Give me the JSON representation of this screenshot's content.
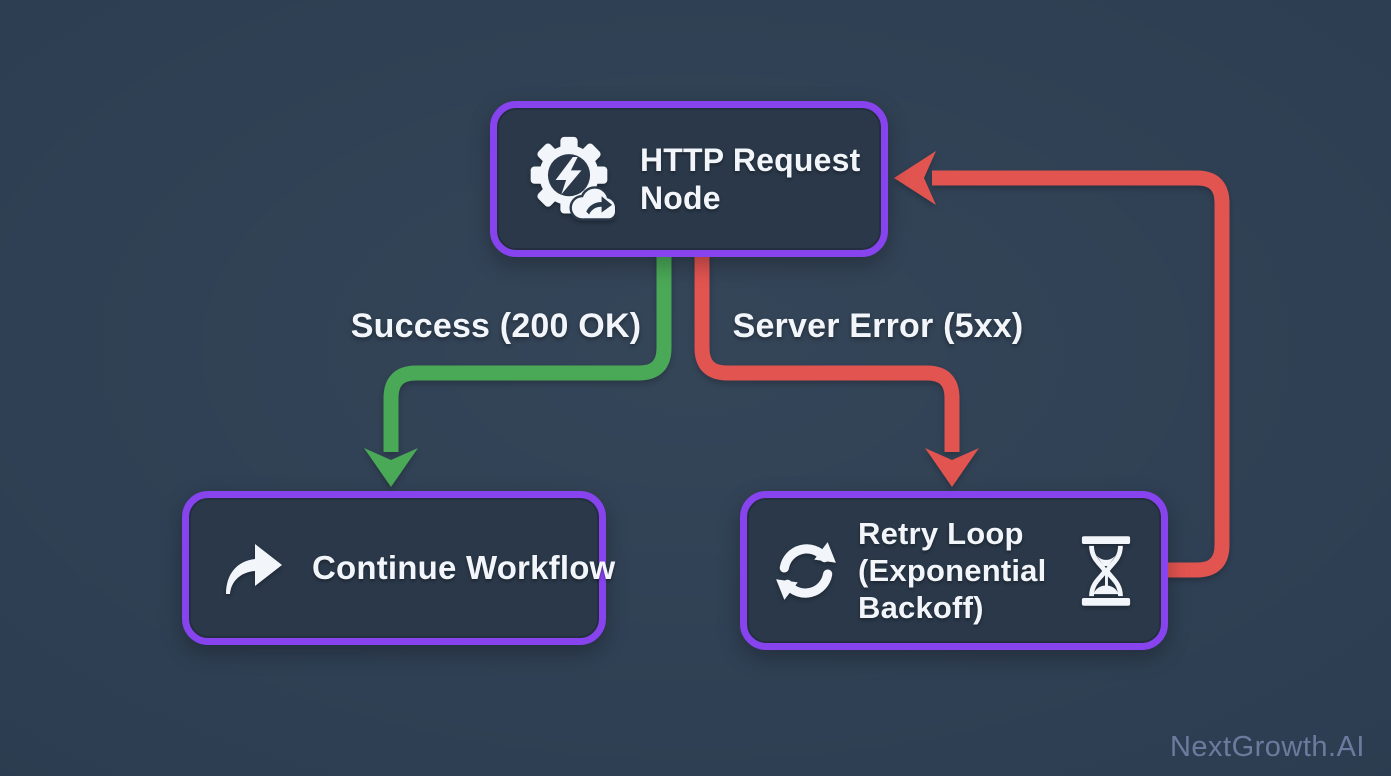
{
  "colors": {
    "background": "#2d3e52",
    "node_fill": "#2a3849",
    "accent_purple": "#8743ee",
    "success_green": "#4aa957",
    "error_red": "#e25450",
    "text": "#f2f6fa",
    "watermark_color": "#7e8ab2"
  },
  "nodes": {
    "http_request": {
      "label": "HTTP Request Node",
      "icon": "gear-bolt-cloud-icon"
    },
    "continue_workflow": {
      "label": "Continue Workflow",
      "icon": "forward-arrow-icon"
    },
    "retry_loop": {
      "label": "Retry Loop (Exponential Backoff)",
      "icon_left": "refresh-icon",
      "icon_right": "hourglass-icon"
    }
  },
  "edges": {
    "success": {
      "label": "Success (200 OK)",
      "color": "#4aa957"
    },
    "server_error": {
      "label": "Server Error (5xx)",
      "color": "#e25450"
    },
    "retry_back": {
      "color": "#e25450"
    }
  },
  "watermark": {
    "text": "NextGrowth.AI"
  }
}
